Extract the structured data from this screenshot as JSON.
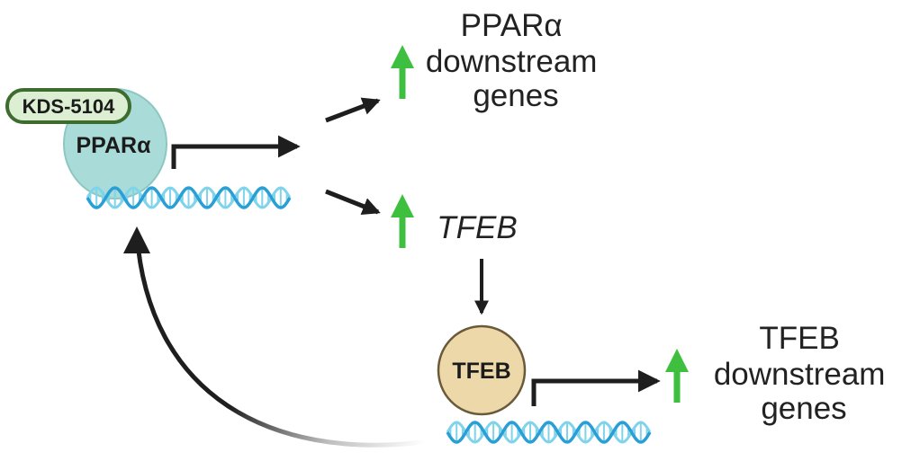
{
  "diagram": {
    "ligand_label": "KDS-5104",
    "receptor_label": "PPARα",
    "tfeb_node_label": "TFEB",
    "ppara_targets_lines": [
      "PPARα",
      "downstream",
      "genes"
    ],
    "tfeb_gene_label": "TFEB",
    "tfeb_targets_lines": [
      "TFEB",
      "downstream",
      "genes"
    ]
  },
  "colors": {
    "receptor_fill": "#a9dcd8",
    "receptor_stroke": "#8cc7c2",
    "tfeb_fill": "#ecd8a8",
    "tfeb_stroke": "#6b5a3a",
    "pill_fill": "#ddefd2",
    "pill_stroke": "#3e6b2e",
    "up_arrow": "#3fbf3f",
    "arrow": "#1e1e1e",
    "dna_a": "#2a9fd6",
    "dna_b": "#7fd3ea",
    "text": "#222222"
  }
}
